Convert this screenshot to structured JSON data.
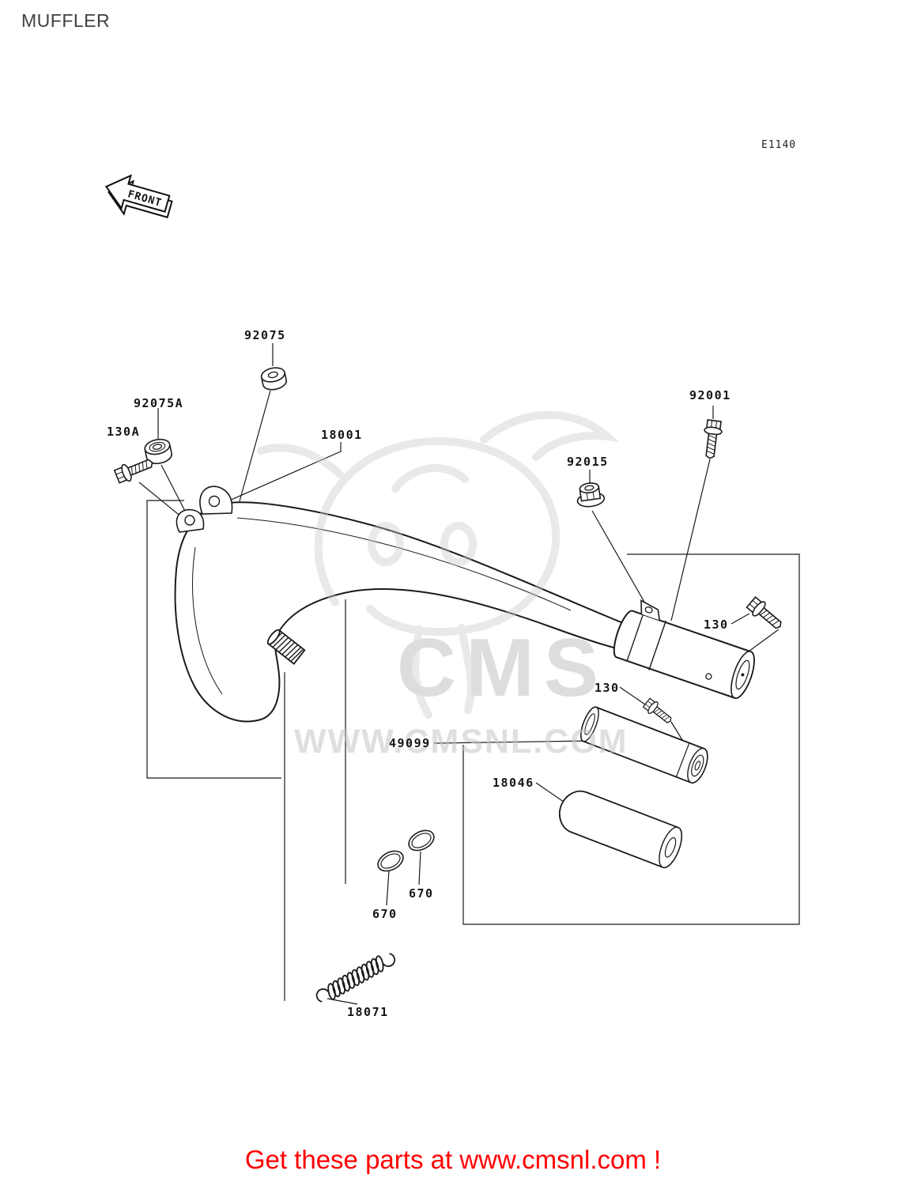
{
  "page": {
    "title": "MUFFLER",
    "diagram_code": "E1140",
    "footer": "Get these parts at www.cmsnl.com !"
  },
  "front_arrow": {
    "label": "FRONT"
  },
  "watermark": {
    "logo": "CMS",
    "url": "WWW.CMSNL.COM"
  },
  "parts": [
    {
      "label": "92075"
    },
    {
      "label": "92075A"
    },
    {
      "label": "130A"
    },
    {
      "label": "18001"
    },
    {
      "label": "92015"
    },
    {
      "label": "92001"
    },
    {
      "label": "130"
    },
    {
      "label": "130"
    },
    {
      "label": "49099"
    },
    {
      "label": "18046"
    },
    {
      "label": "670"
    },
    {
      "label": "670"
    },
    {
      "label": "18071"
    }
  ],
  "colors": {
    "line": "#1a1a1a",
    "footer_text": "#ff0000",
    "watermark": "#c8c8c8"
  }
}
